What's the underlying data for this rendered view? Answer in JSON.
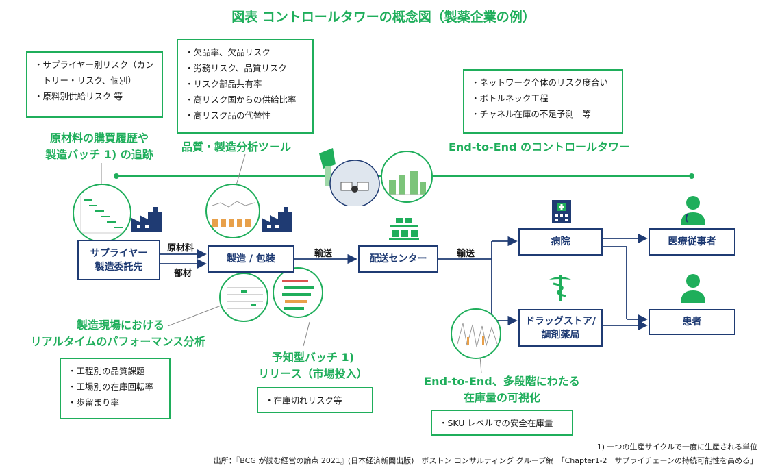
{
  "title": "図表 コントロールタワーの概念図（製薬企業の例）",
  "boxes": {
    "supplier_risk": [
      "・サプライヤー別リスク（カン",
      "　トリー・リスク、個別）",
      "・原料別供給リスク 等"
    ],
    "quality_risk": [
      "・欠品率、欠品リスク",
      "・労務リスク、品質リスク",
      "・リスク部品共有率",
      "・高リスク国からの供給比率",
      "・高リスク品の代替性"
    ],
    "network_risk": [
      "・ネットワーク全体のリスク度合い",
      "・ボトルネック工程",
      "・チャネル在庫の不足予測　等"
    ],
    "process_quality": [
      "・工程別の品質課題",
      "・工場別の在庫回転率",
      "・歩留まり率"
    ],
    "stockout": [
      "・在庫切れリスク等"
    ],
    "sku_safety": [
      "・SKU レベルでの安全在庫量"
    ]
  },
  "labels": {
    "traceability": [
      "原材料の購買履歴や",
      "製造バッチ 1) の追跡"
    ],
    "quality_tool": "品質・製造分析ツール",
    "control_tower": "End-to-End のコントロールタワー",
    "realtime": [
      "製造現場における",
      "リアルタイムのパフォーマンス分析"
    ],
    "predictive": [
      "予知型バッチ 1)",
      "リリース（市場投入）"
    ],
    "inventory": [
      "End-to-End、多段階にわたる",
      "在庫量の可視化"
    ]
  },
  "nodes": {
    "supplier": [
      "サプライヤー",
      "製造委託先"
    ],
    "manufacturing": "製造 / 包装",
    "distribution": "配送センター",
    "hospital": "病院",
    "drugstore": [
      "ドラッグストア/",
      "調剤薬局"
    ],
    "medical_staff": "医療従事者",
    "patient": "患者"
  },
  "flows": {
    "raw_material": "原材料",
    "parts": "部材",
    "transport1": "輸送",
    "transport2": "輸送"
  },
  "footnote": "1) 一つの生産サイクルで一度に生産される単位",
  "source": "出所：『BCG が読む経営の論点 2021』(日本経済新聞出版)　ボストン コンサルティング グループ編　「Chapter1-2　サプライチェーンの持続可能性を高める」",
  "colors": {
    "green": "#1fae5b",
    "navy": "#1f3b73",
    "light_green": "#7cc47a"
  }
}
